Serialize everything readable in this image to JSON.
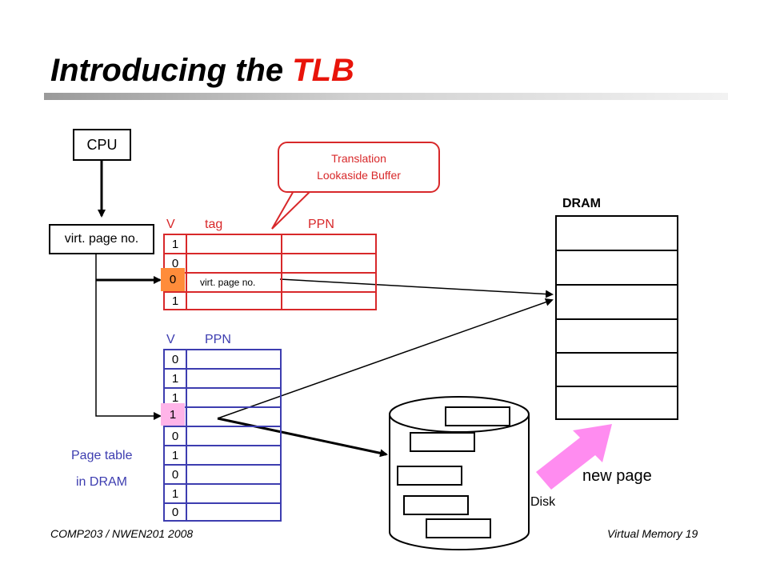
{
  "title": {
    "main": "Introducing the ",
    "accent": "TLB"
  },
  "cpu": {
    "label": "CPU"
  },
  "vpn_box": {
    "label": "virt. page no."
  },
  "callout": {
    "line1": "Translation",
    "line2": "Lookaside Buffer"
  },
  "tlb": {
    "headers": {
      "v": "V",
      "tag": "tag",
      "ppn": "PPN"
    },
    "rows": [
      "1",
      "0",
      "0",
      "1"
    ],
    "highlight_row": 2,
    "lookup_label": "virt. page no."
  },
  "page_table": {
    "headers": {
      "v": "V",
      "ppn": "PPN"
    },
    "rows": [
      "0",
      "1",
      "1",
      "1",
      "0",
      "1",
      "0",
      "1",
      "0"
    ],
    "highlight_row": 3,
    "label_line1": "Page table",
    "label_line2": "in DRAM"
  },
  "dram": {
    "label": "DRAM",
    "slots": 6
  },
  "disk": {
    "label": "Disk"
  },
  "new_page": {
    "label": "new page"
  },
  "footer": {
    "left": "COMP203 / NWEN201 2008",
    "right": "Virtual Memory 19"
  },
  "colors": {
    "accent_red": "#e8140a",
    "tlb_red": "#d8282a",
    "table_blue": "#3d3db0",
    "highlight": "#ff8c3a",
    "pink_arrow": "#ff8cf0"
  }
}
